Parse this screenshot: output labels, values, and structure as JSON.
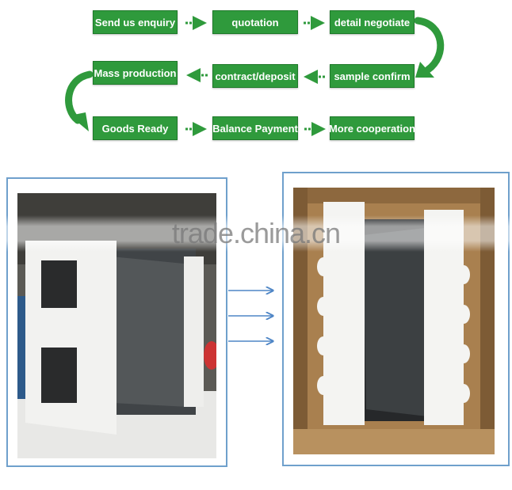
{
  "flow": {
    "row1": [
      "Send us enquiry",
      "quotation",
      "detail negotiate"
    ],
    "row2": [
      "Mass production",
      "contract/deposit",
      "sample confirm"
    ],
    "row3": [
      "Goods Ready",
      "Balance Payment",
      "More cooperation"
    ]
  },
  "watermark": "trade.china.cn",
  "colors": {
    "step_green": "#2f9a3c",
    "frame_blue": "#6fa0cc",
    "arrow_blue": "#4f86c6"
  }
}
